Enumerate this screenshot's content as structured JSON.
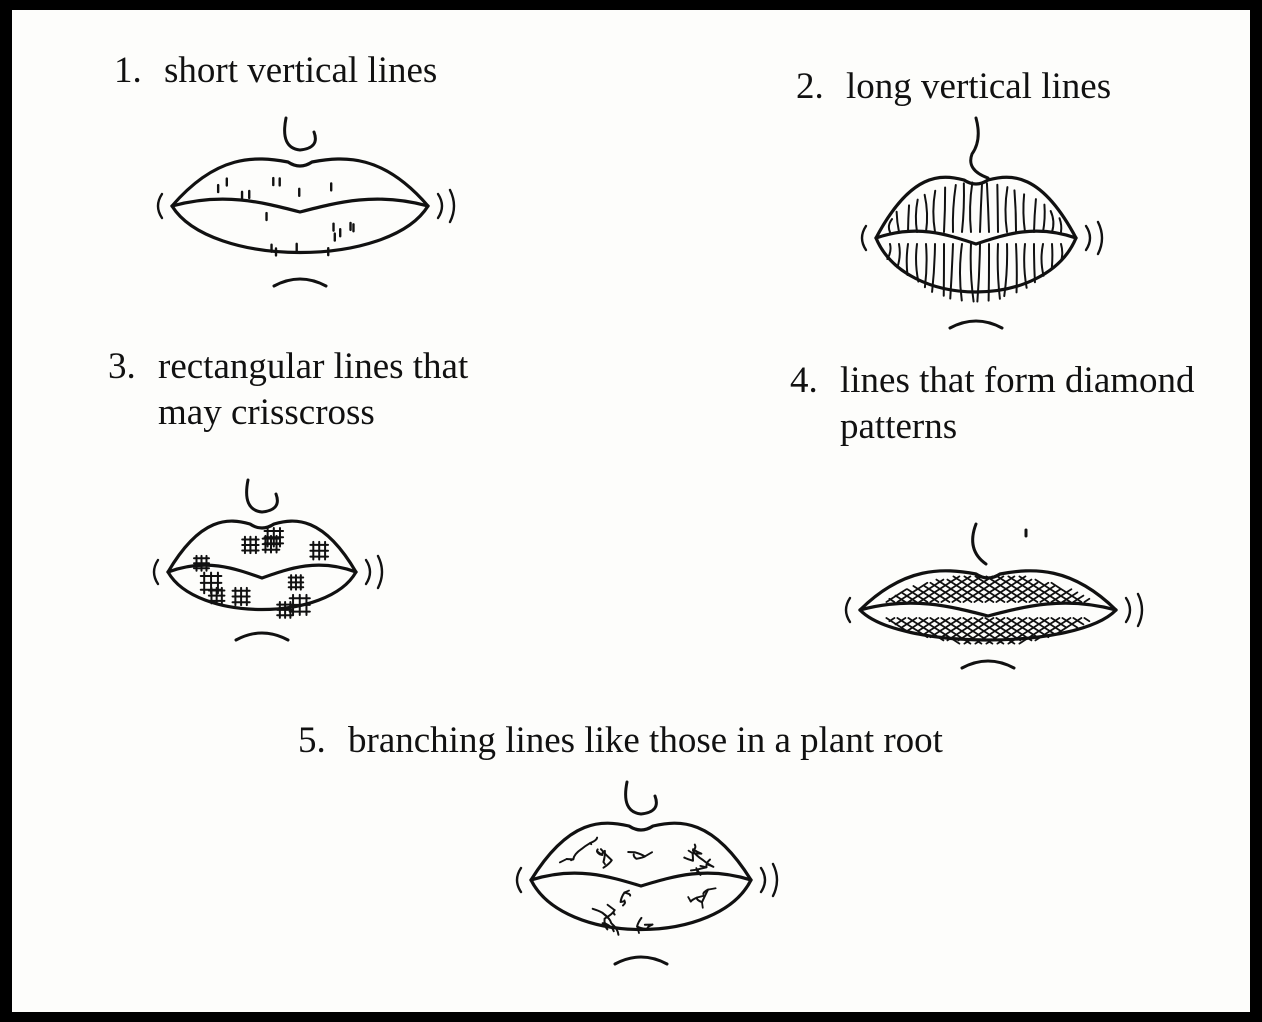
{
  "colors": {
    "ink": "#111111",
    "paper": "#fdfdfb",
    "border": "#000000"
  },
  "items": [
    {
      "number": "1.",
      "lines": [
        "short vertical lines"
      ],
      "pattern": "short-vertical"
    },
    {
      "number": "2.",
      "lines": [
        "long vertical lines"
      ],
      "pattern": "long-vertical"
    },
    {
      "number": "3.",
      "lines": [
        "rectangular lines that",
        "may crisscross"
      ],
      "pattern": "rectangular"
    },
    {
      "number": "4.",
      "lines": [
        "lines that form diamond",
        "patterns"
      ],
      "pattern": "diamond"
    },
    {
      "number": "5.",
      "lines": [
        "branching lines like those in a plant root"
      ],
      "pattern": "branching"
    }
  ]
}
